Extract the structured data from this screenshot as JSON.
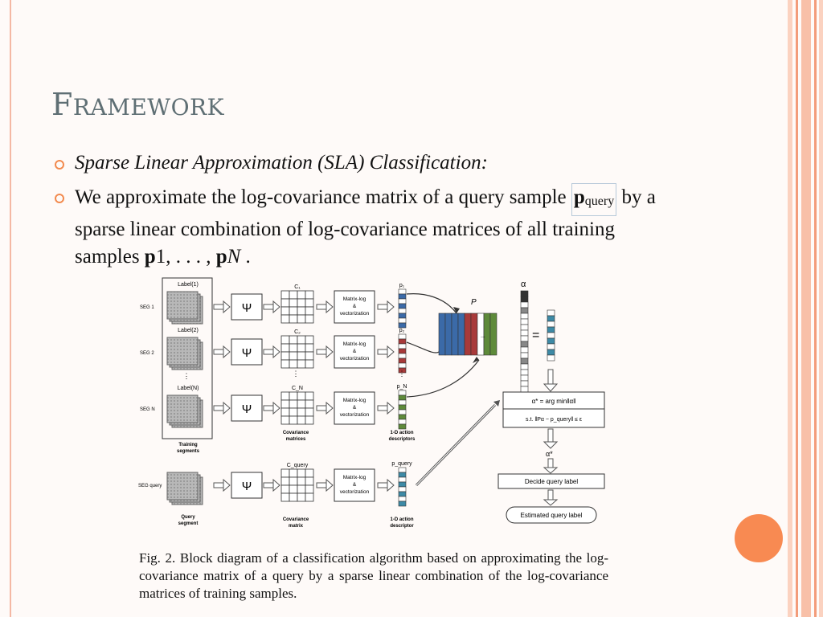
{
  "slide": {
    "title_first": "F",
    "title_rest": "ramework",
    "bullets": [
      {
        "text": "Sparse Linear Approximation (SLA) Classification:"
      },
      {
        "part1": "We approximate the log-covariance matrix of a query sample ",
        "pquery_p": "p",
        "pquery_sub": "query",
        "part2": " by a sparse linear combination of log-covariance matrices of all training samples ",
        "p1": "p",
        "p1_tail": "1, . . . , ",
        "pN": "p",
        "pN_tail": "N",
        "end": " ."
      }
    ]
  },
  "figure": {
    "labels": {
      "label1": "Label(1)",
      "label2": "Label(2)",
      "labelN": "Label(N)",
      "seg1": "SEG 1",
      "seg2": "SEG 2",
      "segN": "SEG N",
      "segq": "SEG query",
      "psi": "Ψ",
      "c1": "C₁",
      "c2": "C₂",
      "cN": "C_N",
      "cq": "C_query",
      "matrixlog1": "Matrix-log",
      "matrixlog2": "&",
      "matrixlog3": "vectorization",
      "p1": "p₁",
      "p2": "p₂",
      "pN": "p_N",
      "pq": "p_query",
      "P": "P",
      "alpha": "α",
      "eq": "=",
      "training1": "Training",
      "training2": "segments",
      "cov1": "Covariance",
      "cov2": "matrices",
      "covq2": "matrix",
      "desc1": "1-D action",
      "desc2": "descriptors",
      "descq2": "descriptor",
      "query1": "Query",
      "query2": "segment",
      "argmin1": "α* = arg min‖α‖",
      "argmin2": "s.t. ‖Pα − p_query‖ ≤ ε",
      "alphastar": "α*",
      "decide": "Decide query label",
      "estimated": "Estimated query label",
      "vdots": "⋮"
    },
    "caption": "Fig. 2.   Block diagram of a classification algorithm based on approximating the log-covariance matrix of a query by a sparse linear combination of the log-covariance matrices of training samples."
  },
  "theme": {
    "accent": "#f88a52",
    "title_color": "#5f6f74",
    "stripe_colors": [
      "#f8c6b0",
      "#f39c7a",
      "#fbd8c8"
    ]
  }
}
